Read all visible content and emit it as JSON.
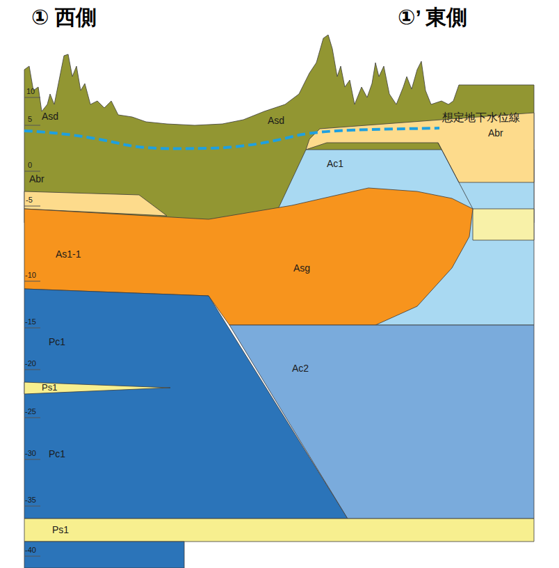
{
  "diagram": {
    "labels": [
      "① 西側",
      "①’ 東側",
      "想定地下水位線",
      "10",
      "5",
      "0",
      "-5",
      "-10",
      "-15",
      "-20",
      "-25",
      "-30",
      "-35",
      "-40",
      "Asd",
      "Asd",
      "Abr",
      "Abr",
      "Ac1",
      "As1-1",
      "Asg",
      "Pc1",
      "Ps1",
      "Pc1",
      "Ac2",
      "Ps1"
    ]
  }
}
